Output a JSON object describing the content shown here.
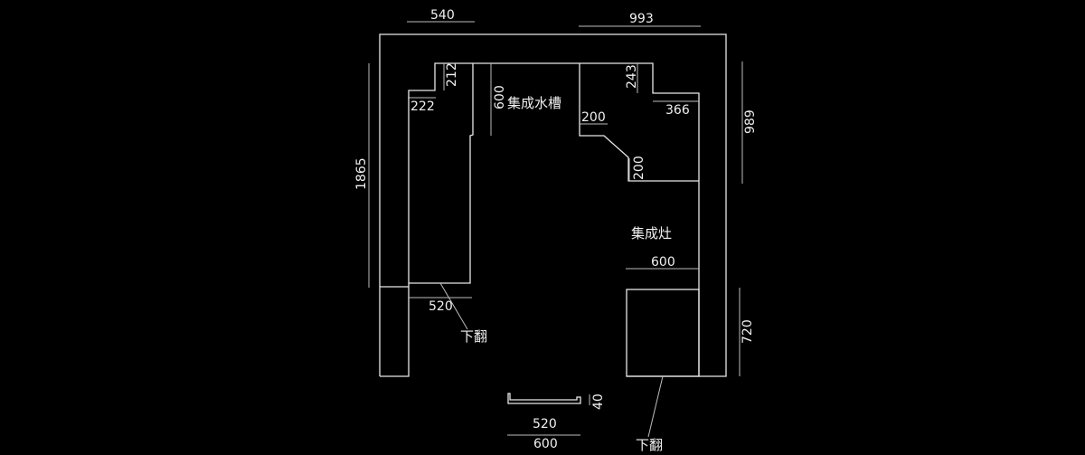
{
  "drawing": {
    "labels": {
      "sink": "集成水槽",
      "stove": "集成灶",
      "fold_down_left": "下翻",
      "fold_down_right": "下翻"
    },
    "dimensions": {
      "top_left_width": "540",
      "top_right_width": "993",
      "left_total_height": "1865",
      "right_upper_height": "989",
      "right_lower_height": "720",
      "left_notch_height": "212",
      "left_notch_width": "222",
      "sink_depth": "600",
      "sink_corner_width": "200",
      "right_notch_height": "243",
      "right_notch_width": "366",
      "sink_corner_height": "200",
      "stove_width": "600",
      "left_counter_width": "520",
      "profile_height": "40",
      "profile_inner": "520",
      "profile_outer": "600"
    }
  }
}
